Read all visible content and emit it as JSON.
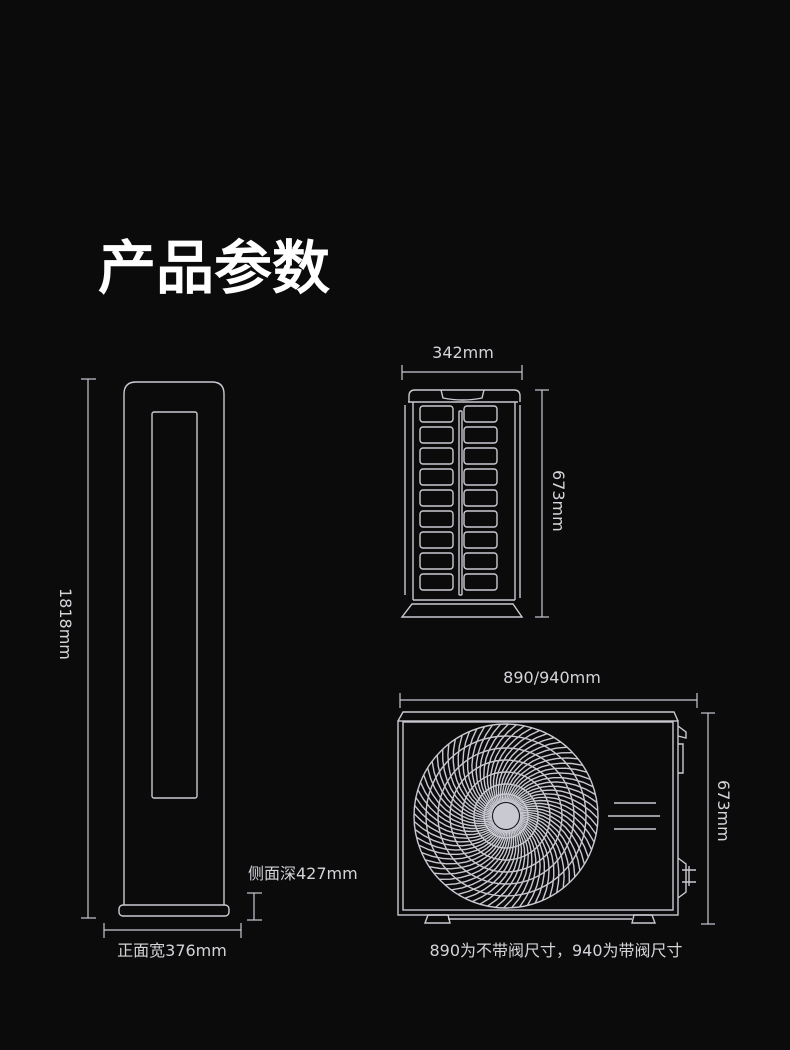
{
  "title": "产品参数",
  "indoor_unit": {
    "height_label": "1818mm",
    "width_label": "正面宽376mm",
    "depth_label": "侧面深427mm"
  },
  "outdoor_side": {
    "width_label": "342mm",
    "height_label": "673mm"
  },
  "outdoor_front": {
    "width_label": "890/940mm",
    "height_label": "673mm",
    "note": "890为不带阀尺寸，940为带阀尺寸"
  },
  "colors": {
    "background": "#0b0b0b",
    "line": "#c9c9d2",
    "text": "#d4d4da"
  }
}
